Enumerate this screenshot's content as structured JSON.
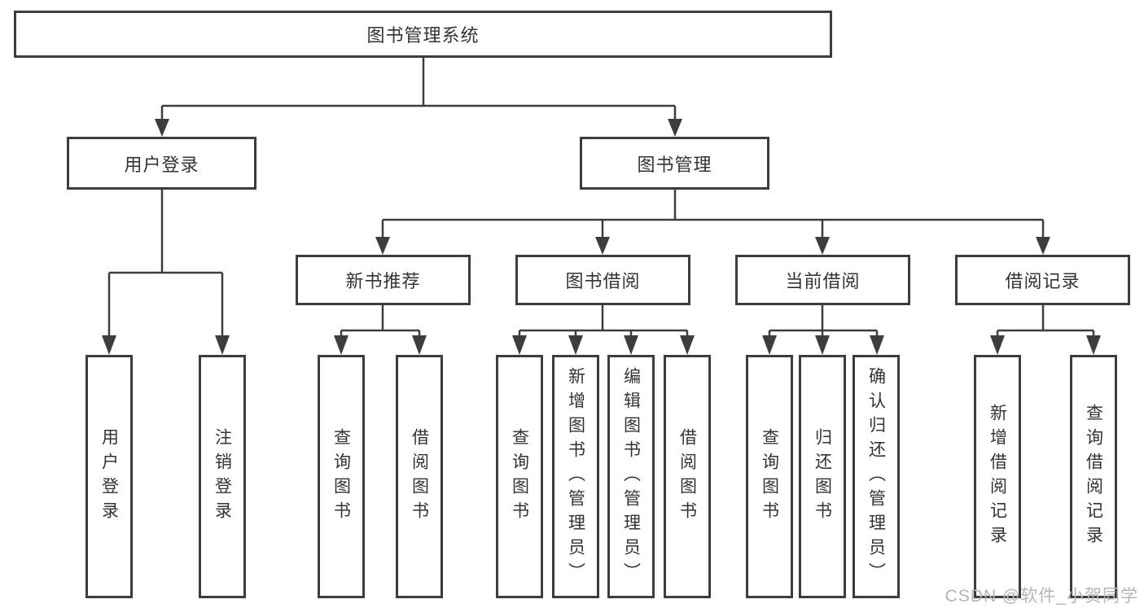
{
  "diagram": {
    "root": {
      "label": "图书管理系统"
    },
    "branches": {
      "user_login": {
        "label": "用户登录",
        "children": [
          {
            "label": "用户登录"
          },
          {
            "label": "注销登录"
          }
        ]
      },
      "book_mgmt": {
        "label": "图书管理",
        "children": [
          {
            "label": "新书推荐",
            "children": [
              {
                "label": "查询图书"
              },
              {
                "label": "借阅图书"
              }
            ]
          },
          {
            "label": "图书借阅",
            "children": [
              {
                "label": "查询图书"
              },
              {
                "label": "新增图书（管理员）"
              },
              {
                "label": "编辑图书（管理员）"
              },
              {
                "label": "借阅图书"
              }
            ]
          },
          {
            "label": "当前借阅",
            "children": [
              {
                "label": "查询图书"
              },
              {
                "label": "归还图书"
              },
              {
                "label": "确认归还（管理员）"
              }
            ]
          },
          {
            "label": "借阅记录",
            "children": [
              {
                "label": "新增借阅记录"
              },
              {
                "label": "查询借阅记录"
              }
            ]
          }
        ]
      }
    }
  },
  "watermark": {
    "text": "CSDN @软件_小贺同学"
  },
  "colors": {
    "line": "#3d3d3d",
    "text": "#333333",
    "watermark": "#b5b5b5",
    "background": "#ffffff"
  }
}
